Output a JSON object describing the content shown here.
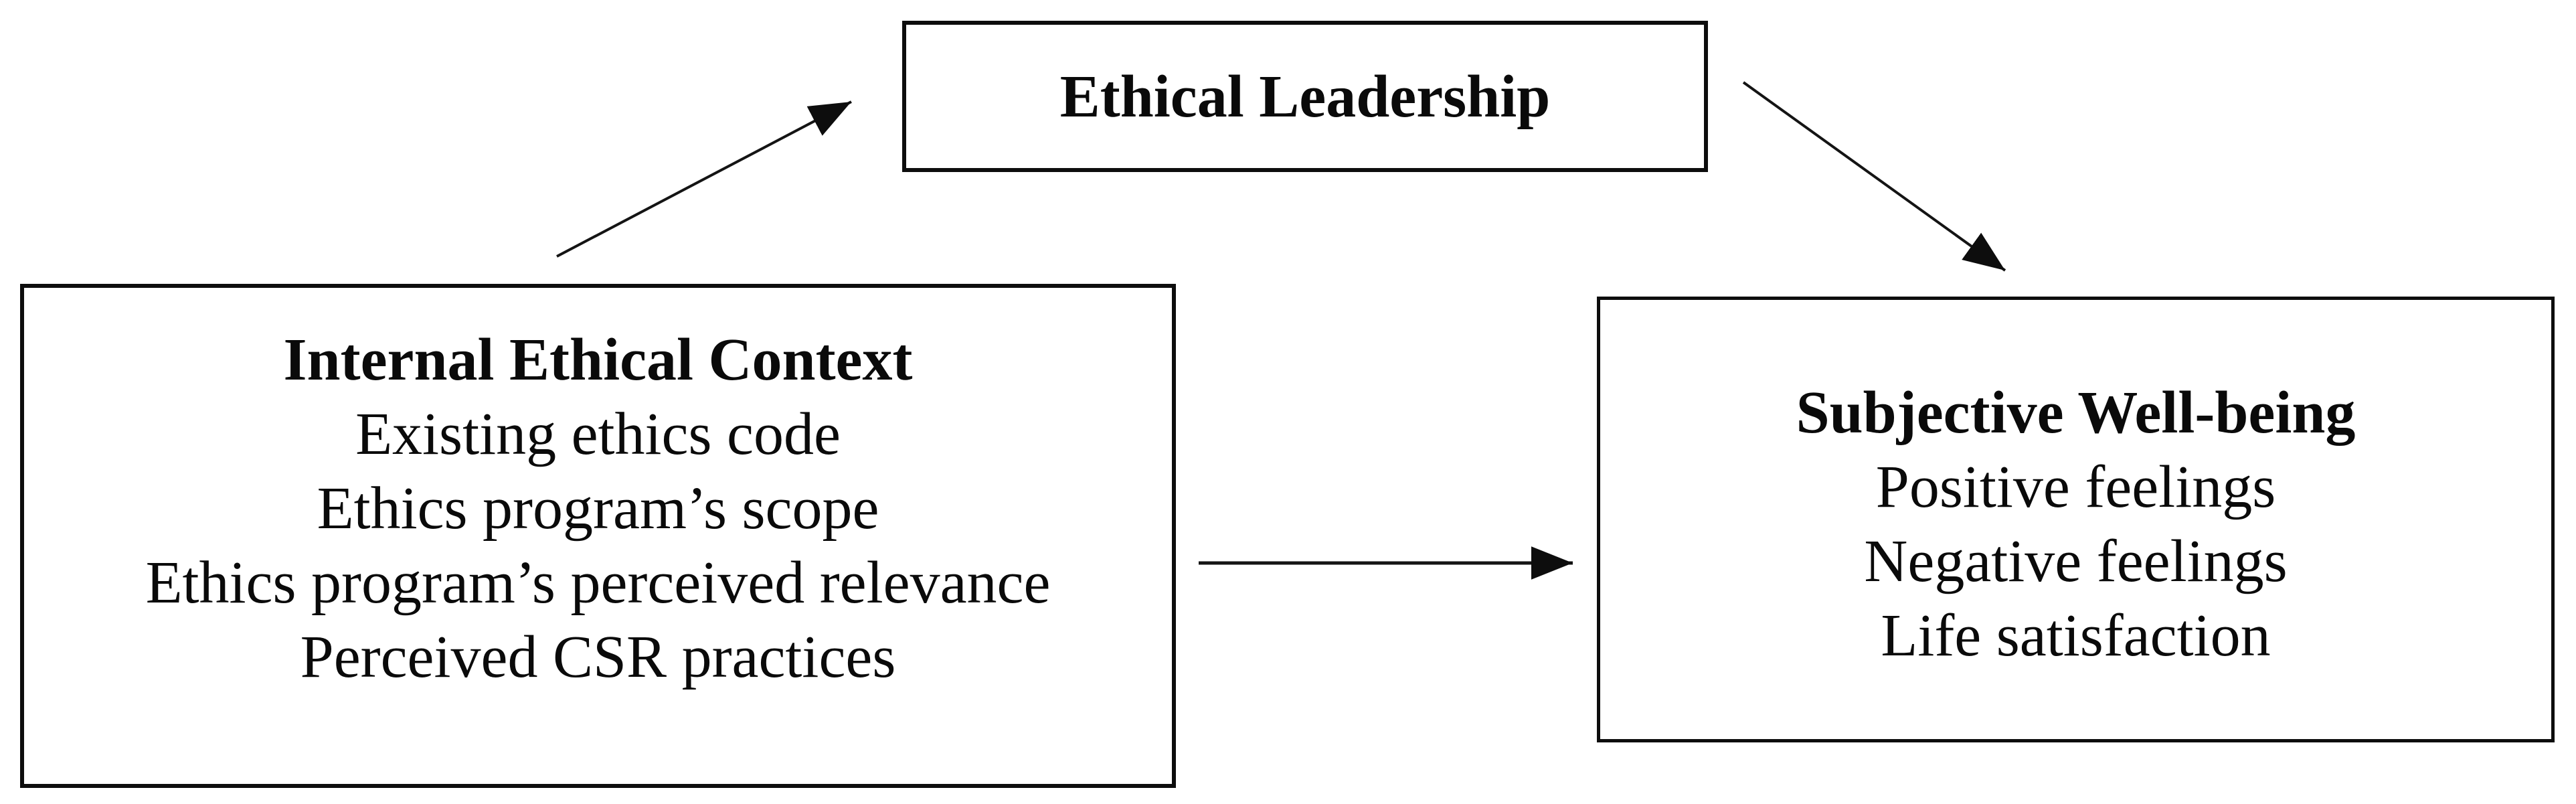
{
  "figure": {
    "background_color": "#ffffff",
    "ink_color": "#0d0d0d",
    "text_color": "#0a0a0a"
  },
  "nodes": {
    "ethical_leadership": {
      "title": "Ethical Leadership"
    },
    "internal_ethical_context": {
      "title": "Internal Ethical Context",
      "items": [
        "Existing ethics code",
        "Ethics program’s scope",
        "Ethics program’s perceived relevance",
        "Perceived CSR practices"
      ]
    },
    "subjective_well_being": {
      "title": "Subjective Well-being",
      "items": [
        "Positive feelings",
        "Negative feelings",
        "Life satisfaction"
      ]
    }
  },
  "edges": [
    {
      "from": "internal_ethical_context",
      "to": "ethical_leadership"
    },
    {
      "from": "ethical_leadership",
      "to": "subjective_well_being"
    },
    {
      "from": "internal_ethical_context",
      "to": "subjective_well_being"
    }
  ]
}
